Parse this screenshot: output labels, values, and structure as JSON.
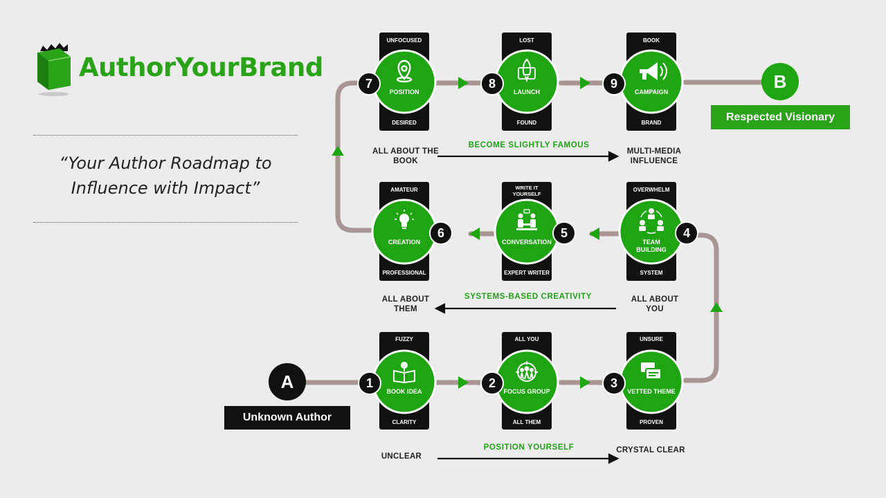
{
  "brand": {
    "name": "AuthorYourBrand",
    "accent": "#2aa318",
    "logo_icon": "green-book-icon"
  },
  "tagline": {
    "line1": "“Your Author Roadmap to",
    "line2": "Influence with Impact”"
  },
  "start": {
    "marker": "A",
    "label": "Unknown Author"
  },
  "finish": {
    "marker": "B",
    "label": "Respected Visionary"
  },
  "steps": [
    {
      "number": "1",
      "name": "BOOK IDEA",
      "top": "FUZZY",
      "bottom": "CLARITY",
      "icon": "book-pin-icon"
    },
    {
      "number": "2",
      "name": "FOCUS GROUP",
      "top": "ALL YOU",
      "bottom": "ALL THEM",
      "icon": "target-group-icon"
    },
    {
      "number": "3",
      "name": "VETTED THEME",
      "top": "UNSURE",
      "bottom": "PROVEN",
      "icon": "stacked-cards-icon"
    },
    {
      "number": "4",
      "name": "TEAM BUILDING",
      "top": "OVERWHELM",
      "bottom": "SYSTEM",
      "icon": "team-cycle-icon"
    },
    {
      "number": "5",
      "name": "CONVERSATION",
      "top": "WRITE IT YOURSELF",
      "bottom": "EXPERT WRITER",
      "icon": "meeting-table-icon"
    },
    {
      "number": "6",
      "name": "CREATION",
      "top": "AMATEUR",
      "bottom": "PROFESSIONAL",
      "icon": "lightbulb-icon"
    },
    {
      "number": "7",
      "name": "POSITION",
      "top": "UNFOCUSED",
      "bottom": "DESIRED",
      "icon": "map-pin-icon"
    },
    {
      "number": "8",
      "name": "LAUNCH",
      "top": "LOST",
      "bottom": "FOUND",
      "icon": "rocket-icon"
    },
    {
      "number": "9",
      "name": "CAMPAIGN",
      "top": "BOOK",
      "bottom": "BRAND",
      "icon": "megaphone-icon"
    }
  ],
  "phases": [
    {
      "title": "POSITION YOURSELF",
      "from": "UNCLEAR",
      "to": "CRYSTAL CLEAR"
    },
    {
      "title": "SYSTEMS-BASED CREATIVITY",
      "from": "ALL ABOUT YOU",
      "to": "ALL ABOUT THEM"
    },
    {
      "title": "BECOME SLIGHTLY FAMOUS",
      "from": "ALL ABOUT THE BOOK",
      "to": "MULTI-MEDIA INFLUENCE"
    }
  ]
}
